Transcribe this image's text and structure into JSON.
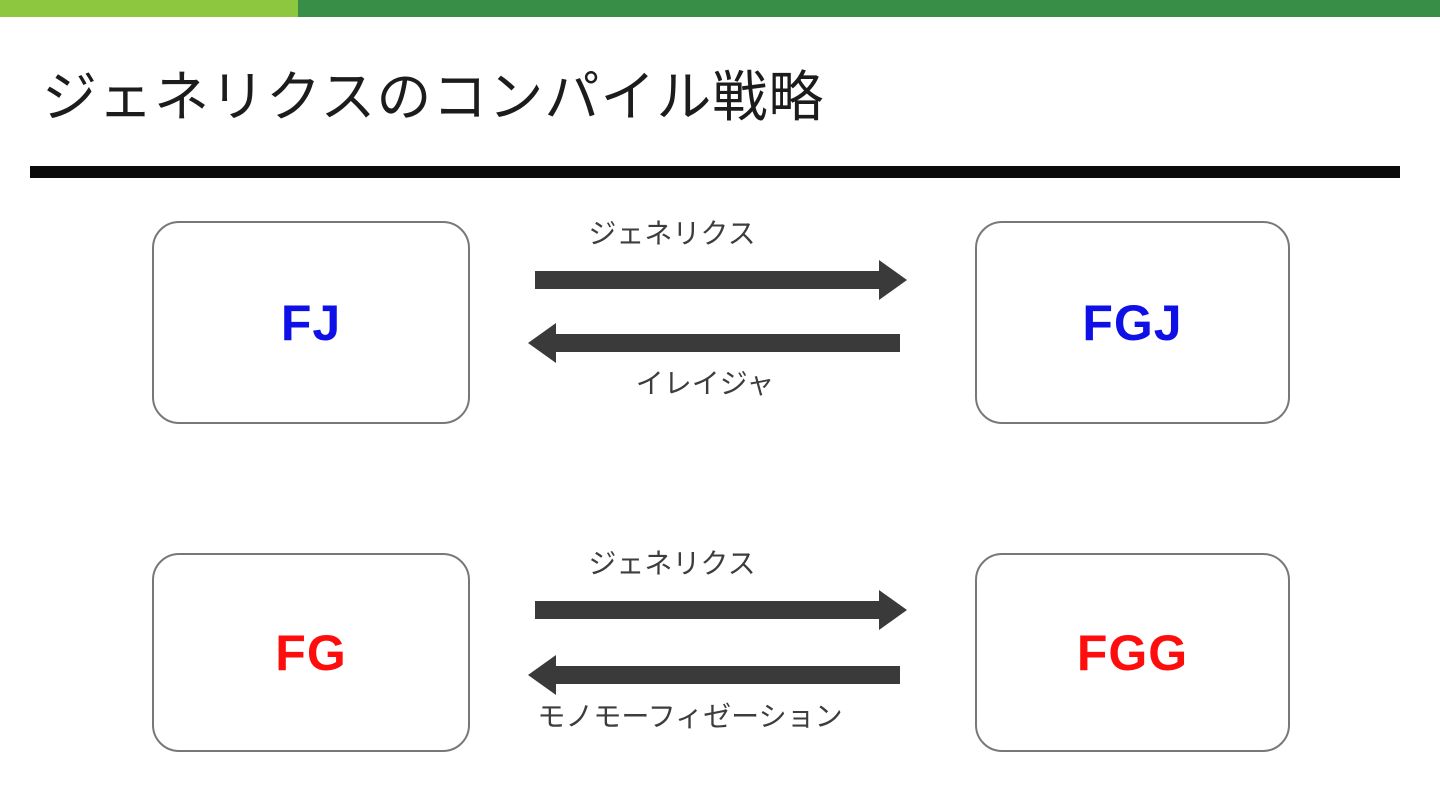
{
  "theme": {
    "bar_light_green": "#8dc63f",
    "bar_dark_green": "#388e46",
    "rule_color": "#0a0a0a",
    "arrow_color": "#3a3a3a",
    "arrow_label_color": "#3d3d3d",
    "box_border_color": "#787878",
    "blue": "#0f0fe8",
    "red": "#fe0d0d"
  },
  "header": {
    "title": "ジェネリクスのコンパイル戦略"
  },
  "icons": {
    "forward_arrow": "arrow-right-icon",
    "backward_arrow": "arrow-left-icon"
  },
  "diagram": {
    "rows": [
      {
        "left_box": {
          "label": "FJ",
          "color": "#0f0fe8"
        },
        "right_box": {
          "label": "FGJ",
          "color": "#0f0fe8"
        },
        "forward_label": "ジェネリクス",
        "backward_label": "イレイジャ"
      },
      {
        "left_box": {
          "label": "FG",
          "color": "#fe0d0d"
        },
        "right_box": {
          "label": "FGG",
          "color": "#fe0d0d"
        },
        "forward_label": "ジェネリクス",
        "backward_label": "モノモーフィゼーション"
      }
    ]
  }
}
